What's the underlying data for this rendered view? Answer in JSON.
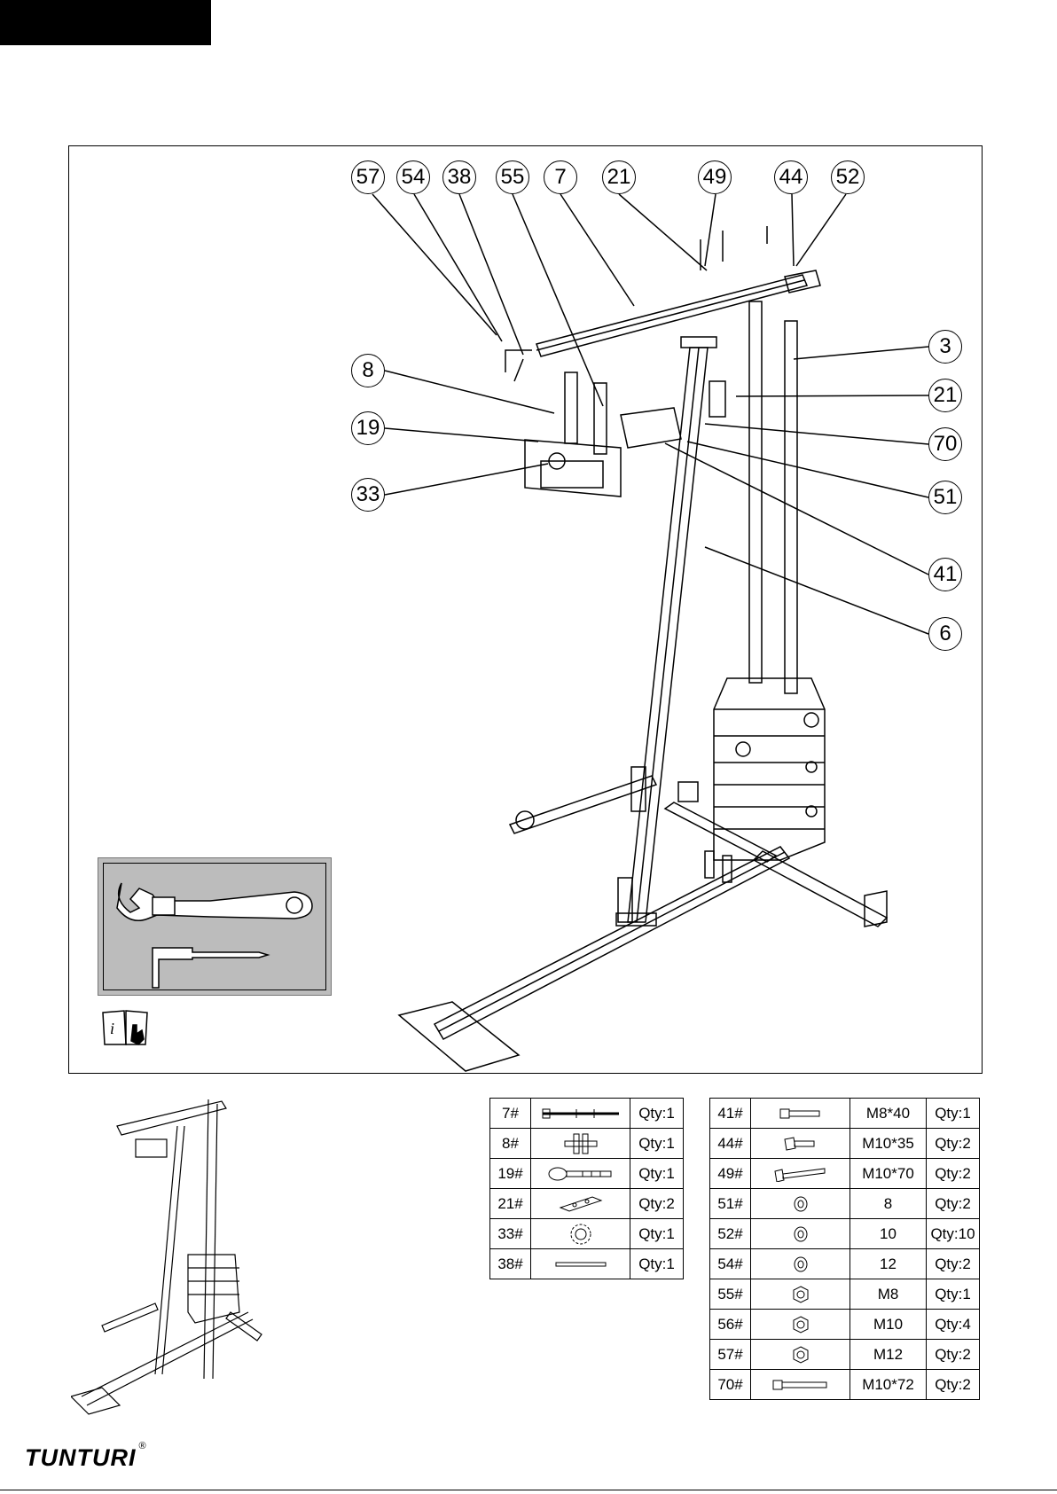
{
  "callouts_top": [
    "57",
    "54",
    "38",
    "55",
    "7",
    "21",
    "49",
    "44",
    "52"
  ],
  "callouts_left": [
    "8",
    "19",
    "33"
  ],
  "callouts_right": [
    "3",
    "21",
    "70",
    "51",
    "41",
    "6"
  ],
  "parts_table_1": [
    {
      "part": "7#",
      "icon": "long-bar-icon",
      "qty": "Qty:1"
    },
    {
      "part": "8#",
      "icon": "t-bracket-icon",
      "qty": "Qty:1"
    },
    {
      "part": "19#",
      "icon": "knob-bolt-icon",
      "qty": "Qty:1"
    },
    {
      "part": "21#",
      "icon": "plate-icon",
      "qty": "Qty:2"
    },
    {
      "part": "33#",
      "icon": "knob-icon",
      "qty": "Qty:1"
    },
    {
      "part": "38#",
      "icon": "rod-icon",
      "qty": "Qty:1"
    }
  ],
  "parts_table_2": [
    {
      "part": "41#",
      "icon": "bolt-icon",
      "size": "M8*40",
      "qty": "Qty:1"
    },
    {
      "part": "44#",
      "icon": "bolt-icon",
      "size": "M10*35",
      "qty": "Qty:2"
    },
    {
      "part": "49#",
      "icon": "bolt-icon",
      "size": "M10*70",
      "qty": "Qty:2"
    },
    {
      "part": "51#",
      "icon": "washer-icon",
      "size": "8",
      "qty": "Qty:2"
    },
    {
      "part": "52#",
      "icon": "washer-icon",
      "size": "10",
      "qty": "Qty:10"
    },
    {
      "part": "54#",
      "icon": "washer-icon",
      "size": "12",
      "qty": "Qty:2"
    },
    {
      "part": "55#",
      "icon": "nut-icon",
      "size": "M8",
      "qty": "Qty:1"
    },
    {
      "part": "56#",
      "icon": "nut-icon",
      "size": "M10",
      "qty": "Qty:4"
    },
    {
      "part": "57#",
      "icon": "nut-icon",
      "size": "M12",
      "qty": "Qty:2"
    },
    {
      "part": "70#",
      "icon": "bolt-icon",
      "size": "M10*72",
      "qty": "Qty:2"
    }
  ],
  "brand": {
    "name": "TUNTURI",
    "mark": "®"
  }
}
